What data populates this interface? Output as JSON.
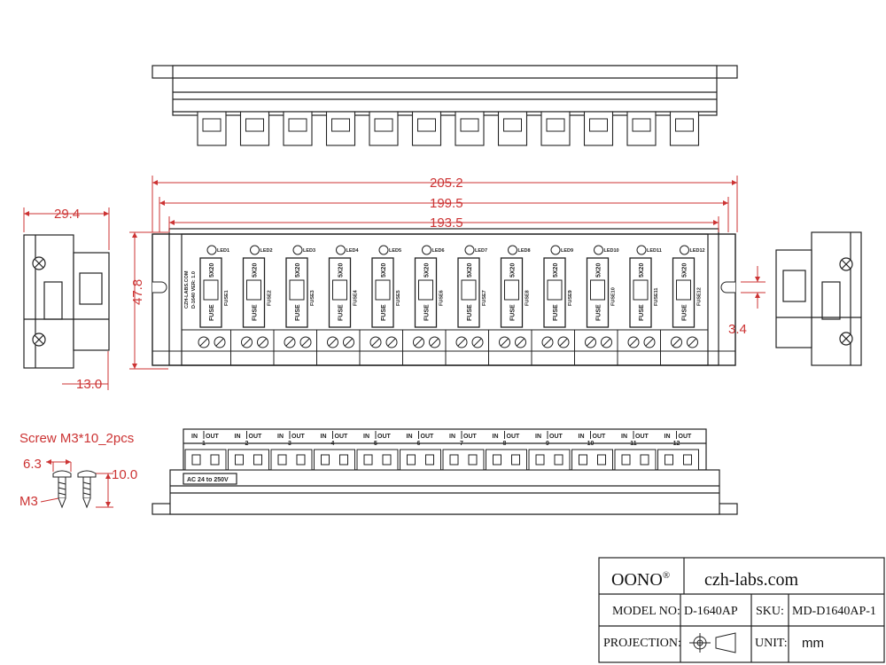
{
  "dimensions": {
    "total_length": "205.2",
    "mount_length": "199.5",
    "body_length": "193.5",
    "height": "47.8",
    "side_depth": "29.4",
    "side_offset": "13.0",
    "slot_width": "3.4",
    "screw_head": "6.3",
    "screw_length": "10.0",
    "screw_thread": "M3"
  },
  "screw_note": "Screw M3*10_2pcs",
  "board_labels": {
    "brand": "CZH-LABS.COM",
    "model_version": "D-1640 VER: 1.0",
    "voltage": "AC 24 to 250V",
    "fuse_type": "5X20",
    "fuse_word": "FUSE",
    "in_label": "IN",
    "out_label": "OUT"
  },
  "channels": [
    {
      "led": "LED1",
      "fuse": "FUSE1",
      "num": "1"
    },
    {
      "led": "LED2",
      "fuse": "FUSE2",
      "num": "2"
    },
    {
      "led": "LED3",
      "fuse": "FUSE3",
      "num": "3"
    },
    {
      "led": "LED4",
      "fuse": "FUSE4",
      "num": "4"
    },
    {
      "led": "LED5",
      "fuse": "FUSE5",
      "num": "5"
    },
    {
      "led": "LED6",
      "fuse": "FUSE6",
      "num": "6"
    },
    {
      "led": "LED7",
      "fuse": "FUSE7",
      "num": "7"
    },
    {
      "led": "LED8",
      "fuse": "FUSE8",
      "num": "8"
    },
    {
      "led": "LED9",
      "fuse": "FUSE9",
      "num": "9"
    },
    {
      "led": "LED10",
      "fuse": "FUSE10",
      "num": "10"
    },
    {
      "led": "LED11",
      "fuse": "FUSE11",
      "num": "11"
    },
    {
      "led": "LED12",
      "fuse": "FUSE12",
      "num": "12"
    }
  ],
  "title_block": {
    "brand": "OONO",
    "trademark": "®",
    "website": "czh-labs.com",
    "model_label": "MODEL NO:",
    "model_value": "D-1640AP",
    "sku_label": "SKU:",
    "sku_value": "MD-D1640AP-1",
    "projection_label": "PROJECTION:",
    "unit_label": "UNIT:",
    "unit_value": "mm"
  },
  "colors": {
    "line": "#222222",
    "dimension": "#cc3333",
    "shade": "#d8d8d8"
  }
}
